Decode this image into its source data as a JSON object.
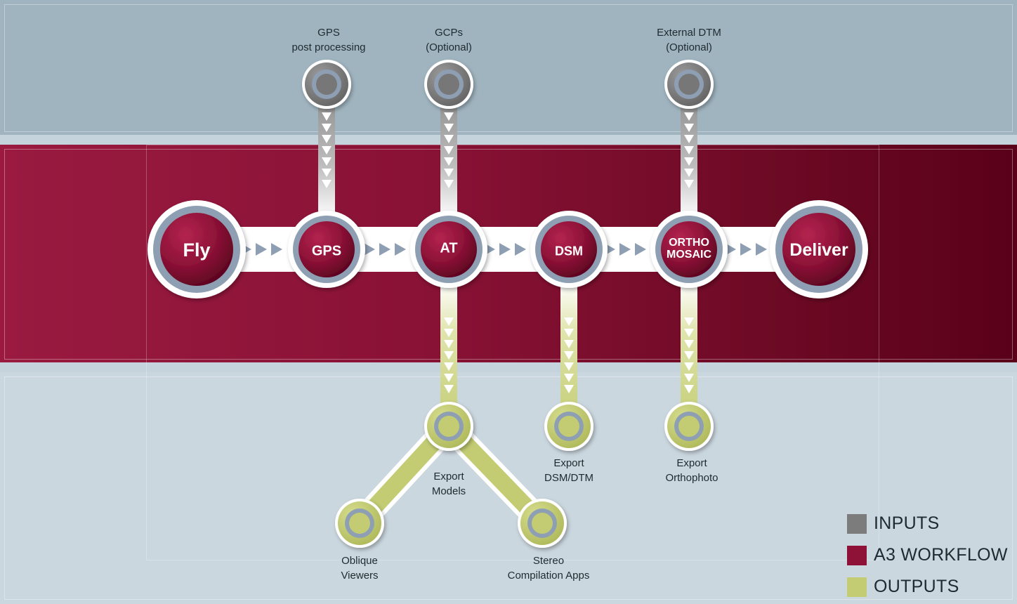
{
  "colors": {
    "inputs": "#7c7c7c",
    "workflow": "#8e1238",
    "outputs": "#c3cc73",
    "ring": "#8e9fb3"
  },
  "workflow_steps": [
    {
      "name": "fly",
      "label": "Fly"
    },
    {
      "name": "gps",
      "label": "GPS"
    },
    {
      "name": "at",
      "label": "AT"
    },
    {
      "name": "dsm",
      "label": "DSM"
    },
    {
      "name": "ortho",
      "line1": "ORTHO",
      "line2": "MOSAIC"
    },
    {
      "name": "deliver",
      "label": "Deliver"
    }
  ],
  "inputs": [
    {
      "name": "gps-post",
      "line1": "GPS",
      "line2": "post processing"
    },
    {
      "name": "gcps",
      "line1": "GCPs",
      "line2": "(Optional)"
    },
    {
      "name": "external-dtm",
      "line1": "External DTM",
      "line2": "(Optional)"
    }
  ],
  "outputs": [
    {
      "name": "export-models",
      "line1": "Export",
      "line2": "Models"
    },
    {
      "name": "export-dsm-dtm",
      "line1": "Export",
      "line2": "DSM/DTM"
    },
    {
      "name": "export-orthophoto",
      "line1": "Export",
      "line2": "Orthophoto"
    },
    {
      "name": "oblique-viewers",
      "line1": "Oblique",
      "line2": "Viewers"
    },
    {
      "name": "stereo-compilation",
      "line1": "Stereo",
      "line2": "Compilation Apps"
    }
  ],
  "legend": [
    {
      "name": "inputs",
      "label": "INPUTS"
    },
    {
      "name": "workflow",
      "label": "A3 WORKFLOW"
    },
    {
      "name": "outputs",
      "label": "OUTPUTS"
    }
  ]
}
